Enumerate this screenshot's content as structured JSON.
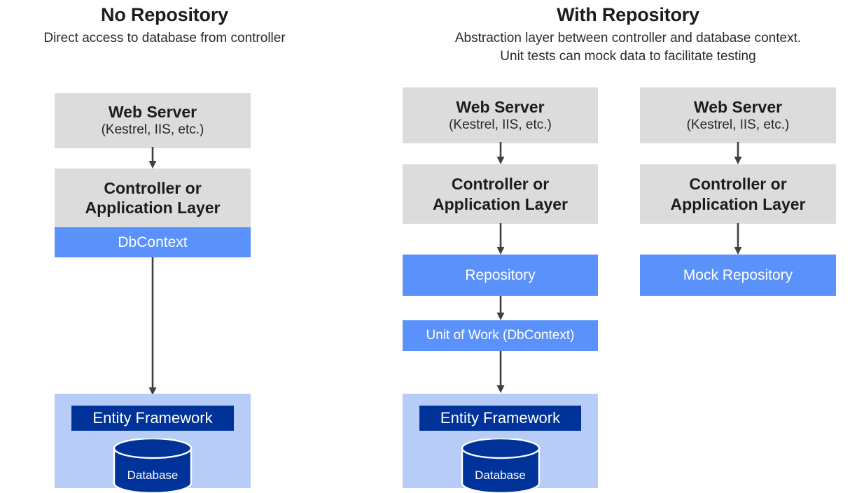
{
  "panels": [
    {
      "id": "no-repository",
      "title": "No Repository",
      "subtitle": "Direct access to database from controller"
    },
    {
      "id": "with-repository",
      "title": "With Repository",
      "subtitle_line1": "Abstraction layer between controller and database context.",
      "subtitle_line2": "Unit tests can mock data to facilitate testing"
    }
  ],
  "columns": {
    "left": {
      "web_server": {
        "title": "Web Server",
        "subtitle": "(Kestrel, IIS, etc.)"
      },
      "controller": {
        "line1": "Controller or",
        "line2": "Application Layer"
      },
      "dbcontext": {
        "label": "DbContext"
      },
      "entity_framework": {
        "label": "Entity Framework",
        "database": "Database"
      }
    },
    "middle": {
      "web_server": {
        "title": "Web Server",
        "subtitle": "(Kestrel, IIS, etc.)"
      },
      "controller": {
        "line1": "Controller or",
        "line2": "Application Layer"
      },
      "repository": {
        "label": "Repository"
      },
      "unit_of_work": {
        "label": "Unit of Work (DbContext)"
      },
      "entity_framework": {
        "label": "Entity Framework",
        "database": "Database"
      }
    },
    "right": {
      "web_server": {
        "title": "Web Server",
        "subtitle": "(Kestrel, IIS, etc.)"
      },
      "controller": {
        "line1": "Controller or",
        "line2": "Application Layer"
      },
      "mock_repository": {
        "label": "Mock Repository"
      }
    }
  },
  "colors": {
    "gray_box": "#dcdcdc",
    "blue_box": "#5b91fb",
    "light_blue_panel": "#b7ccf7",
    "navy_bar": "#003399",
    "arrow": "#404040",
    "text_dark": "#1c1c1c",
    "background": "#ffffff"
  }
}
